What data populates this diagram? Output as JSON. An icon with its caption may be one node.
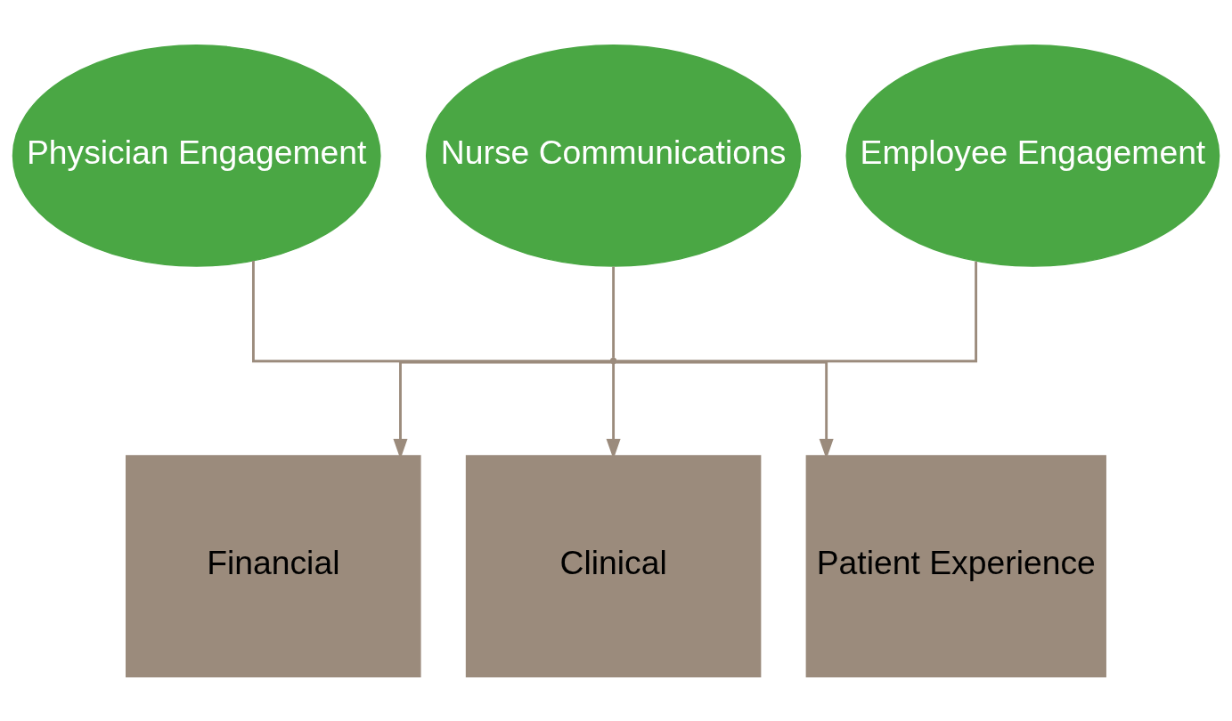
{
  "diagram": {
    "nodes": [
      {
        "text": [
          "Physician Engagement"
        ]
      },
      {
        "text": [
          "Nurse Communications"
        ]
      },
      {
        "text": [
          "Employee Engagement"
        ]
      },
      {
        "text": [
          "Financial"
        ]
      },
      {
        "text": [
          "Clinical"
        ]
      },
      {
        "text": [
          "Patient Experience"
        ]
      },
      {
        "text": [],
        "shape": "circle"
      }
    ],
    "edges": [
      {
        "from": 0,
        "to": 6,
        "arrow": "none"
      },
      {
        "from": 1,
        "to": 6,
        "arrow": "none"
      },
      {
        "from": 2,
        "to": 6,
        "arrow": "none"
      },
      {
        "from": 6,
        "to": 3,
        "arrow": "to"
      },
      {
        "from": 6,
        "to": 4,
        "arrow": "to"
      },
      {
        "from": 6,
        "to": 5,
        "arrow": "to"
      }
    ]
  }
}
